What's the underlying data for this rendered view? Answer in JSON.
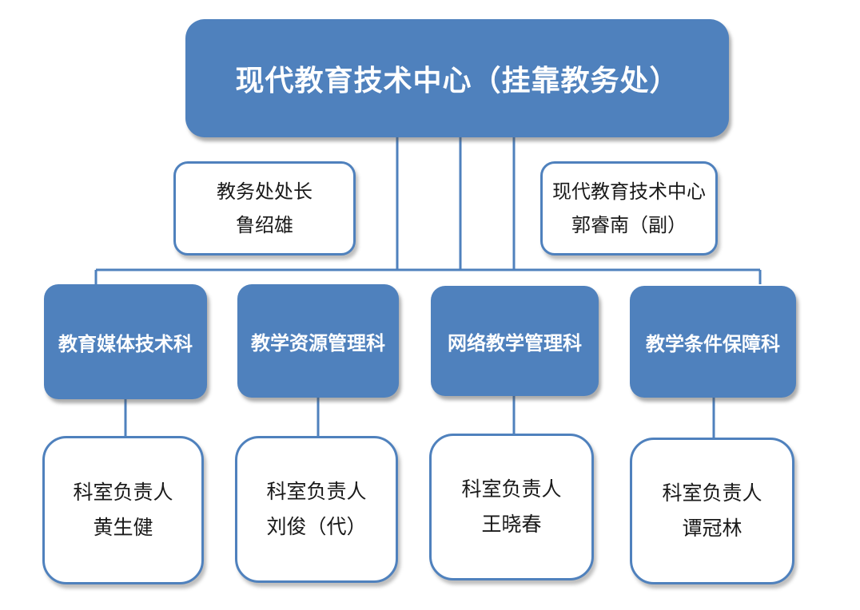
{
  "root": {
    "title": "现代教育技术中心（挂靠教务处）"
  },
  "notes": [
    {
      "line1": "教务处处长",
      "line2": "鲁绍雄"
    },
    {
      "line1": "现代教育技术中心",
      "line2": "郭睿南（副）"
    }
  ],
  "departments": [
    {
      "name": "教育媒体技术科",
      "leader_title": "科室负责人",
      "leader_name": "黄生健"
    },
    {
      "name": "教学资源管理科",
      "leader_title": "科室负责人",
      "leader_name": "刘俊（代）"
    },
    {
      "name": "网络教学管理科",
      "leader_title": "科室负责人",
      "leader_name": "王晓春"
    },
    {
      "name": "教学条件保障科",
      "leader_title": "科室负责人",
      "leader_name": "谭冠林"
    }
  ],
  "colors": {
    "box_fill": "#4f81bd",
    "line": "#4f81bd",
    "text_on_box": "#ffffff"
  }
}
